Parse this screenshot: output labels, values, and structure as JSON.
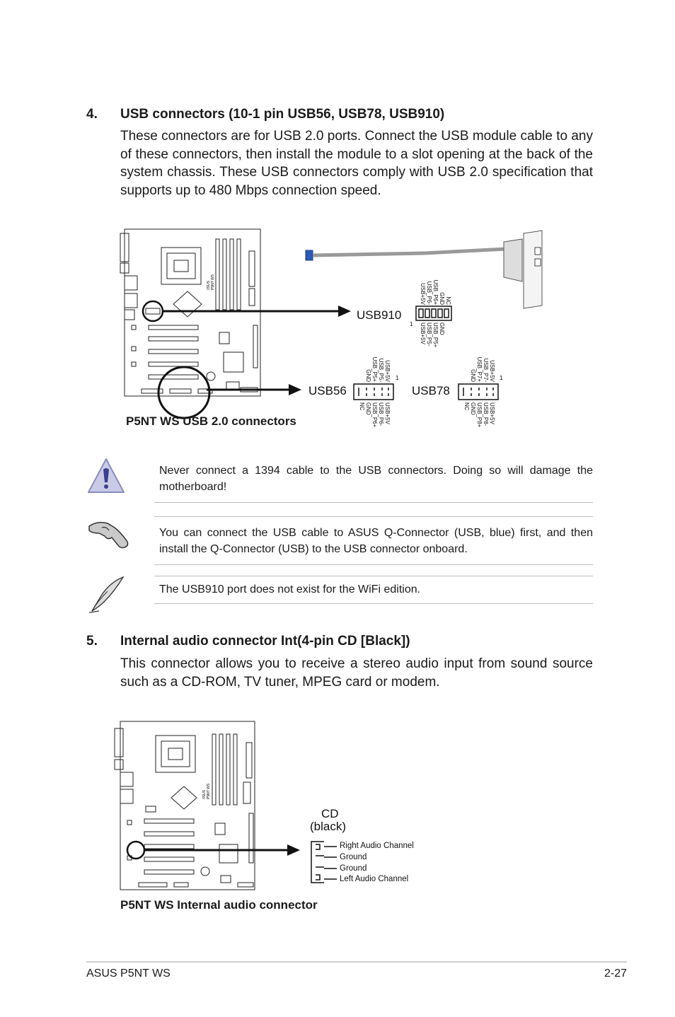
{
  "section4": {
    "number": "4.",
    "title": "USB connectors  (10-1 pin USB56, USB78, USB910)",
    "body": "These connectors are for USB 2.0 ports. Connect the USB module cable to any of these connectors, then install the module to a slot opening at the back of the system chassis. These USB connectors comply with USB 2.0 specification that supports up to 480 Mbps connection speed."
  },
  "usb_diagram": {
    "caption": "P5NT WS USB 2.0 connectors",
    "board_logo": "/ISUS",
    "board_model": "P5NT WS",
    "usb910": {
      "label": "USB910",
      "pin1": "1",
      "top_pins": [
        "USB+5V",
        "USB_P6-",
        "USB_P6+",
        "GND",
        "NC"
      ],
      "bottom_pins": [
        "USB+5V",
        "USB_P5-",
        "USB_P5+",
        "GND"
      ]
    },
    "usb56": {
      "label": "USB56",
      "pin1": "1",
      "top_pins": [
        "USB+5V",
        "USB_P5-",
        "USB_P5+",
        "GND"
      ],
      "bottom_pins": [
        "USB+5V",
        "USB_P6-",
        "USB_P6+",
        "GND",
        "NC"
      ]
    },
    "usb78": {
      "label": "USB78",
      "pin1": "1",
      "top_pins": [
        "USB+5V",
        "USB_P7-",
        "USB_P7+",
        "GND"
      ],
      "bottom_pins": [
        "USB+5V",
        "USB_P8-",
        "USB_P8+",
        "GND",
        "NC"
      ]
    }
  },
  "notes": {
    "warning": "Never connect a 1394 cable to the USB connectors. Doing so will damage the motherboard!",
    "tip": "You can connect the USB cable to ASUS Q-Connector (USB, blue) first, and then install the Q-Connector (USB) to the USB connector onboard.",
    "note": "The USB910 port does not exist for the WiFi edition."
  },
  "section5": {
    "number": "5.",
    "title": "Internal audio connector Int(4-pin CD [Black])",
    "body": "This connector allows you to receive a stereo audio input from sound source such as a CD-ROM, TV tuner, MPEG card or modem."
  },
  "audio_diagram": {
    "caption": "P5NT WS Internal audio connector",
    "board_logo": "/ISUS",
    "board_model": "P5NT WS",
    "cd_label": "CD",
    "cd_color": "(black)",
    "pins": [
      "Right Audio Channel",
      "Ground",
      "Ground",
      "Left Audio Channel"
    ]
  },
  "footer": {
    "left": "ASUS P5NT WS",
    "right": "2-27"
  },
  "colors": {
    "q_connector_blue": "#2b5bb8",
    "warning_fill": "#c9cbe6",
    "warning_mark": "#3a3f8c"
  }
}
